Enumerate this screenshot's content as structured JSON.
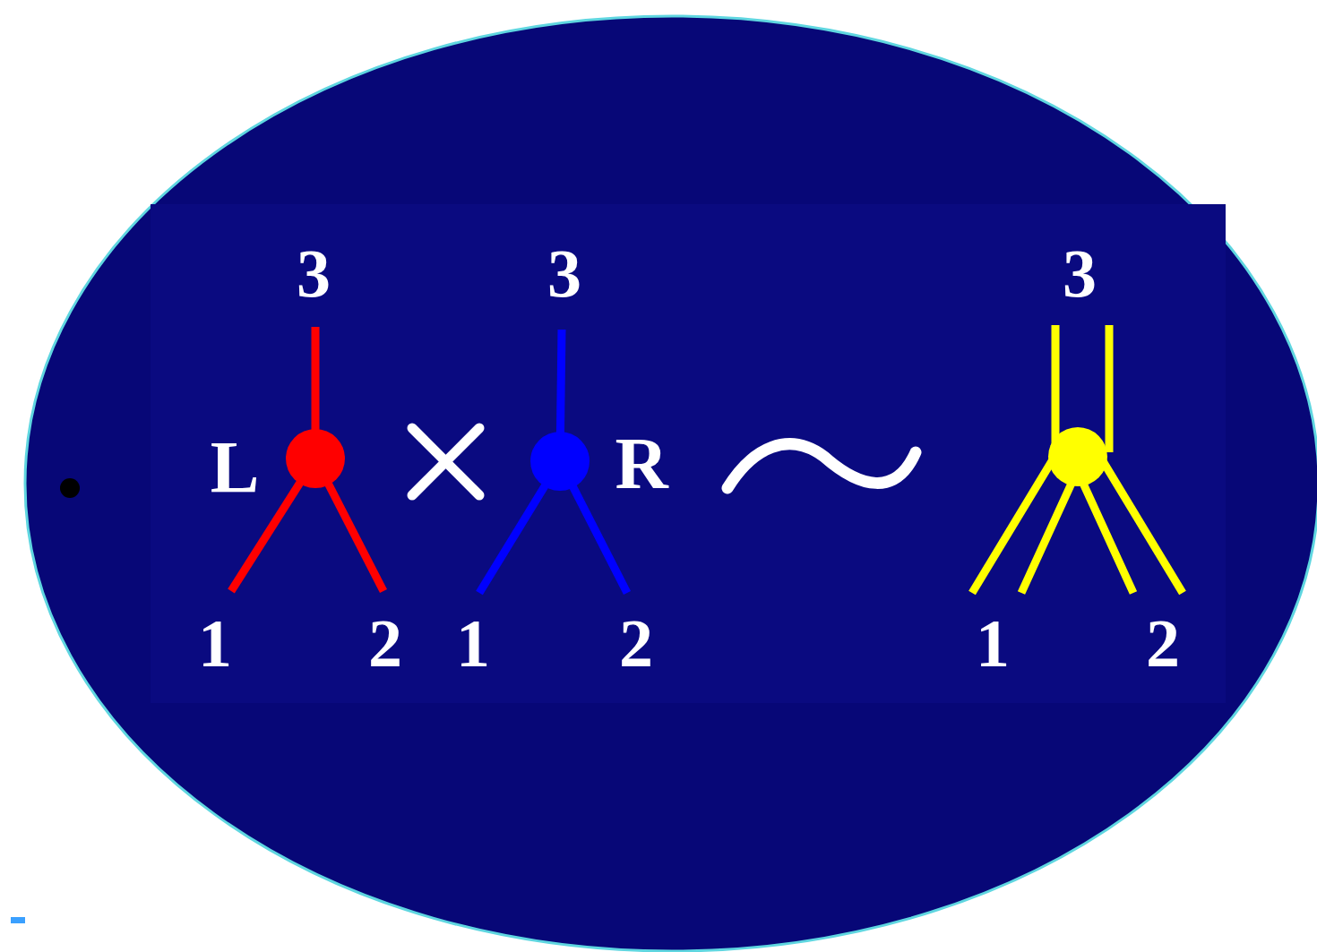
{
  "diagram": {
    "labels": [
      "3",
      "1",
      "2",
      "L",
      "3",
      "1",
      "2",
      "R",
      "3",
      "1",
      "2"
    ]
  }
}
